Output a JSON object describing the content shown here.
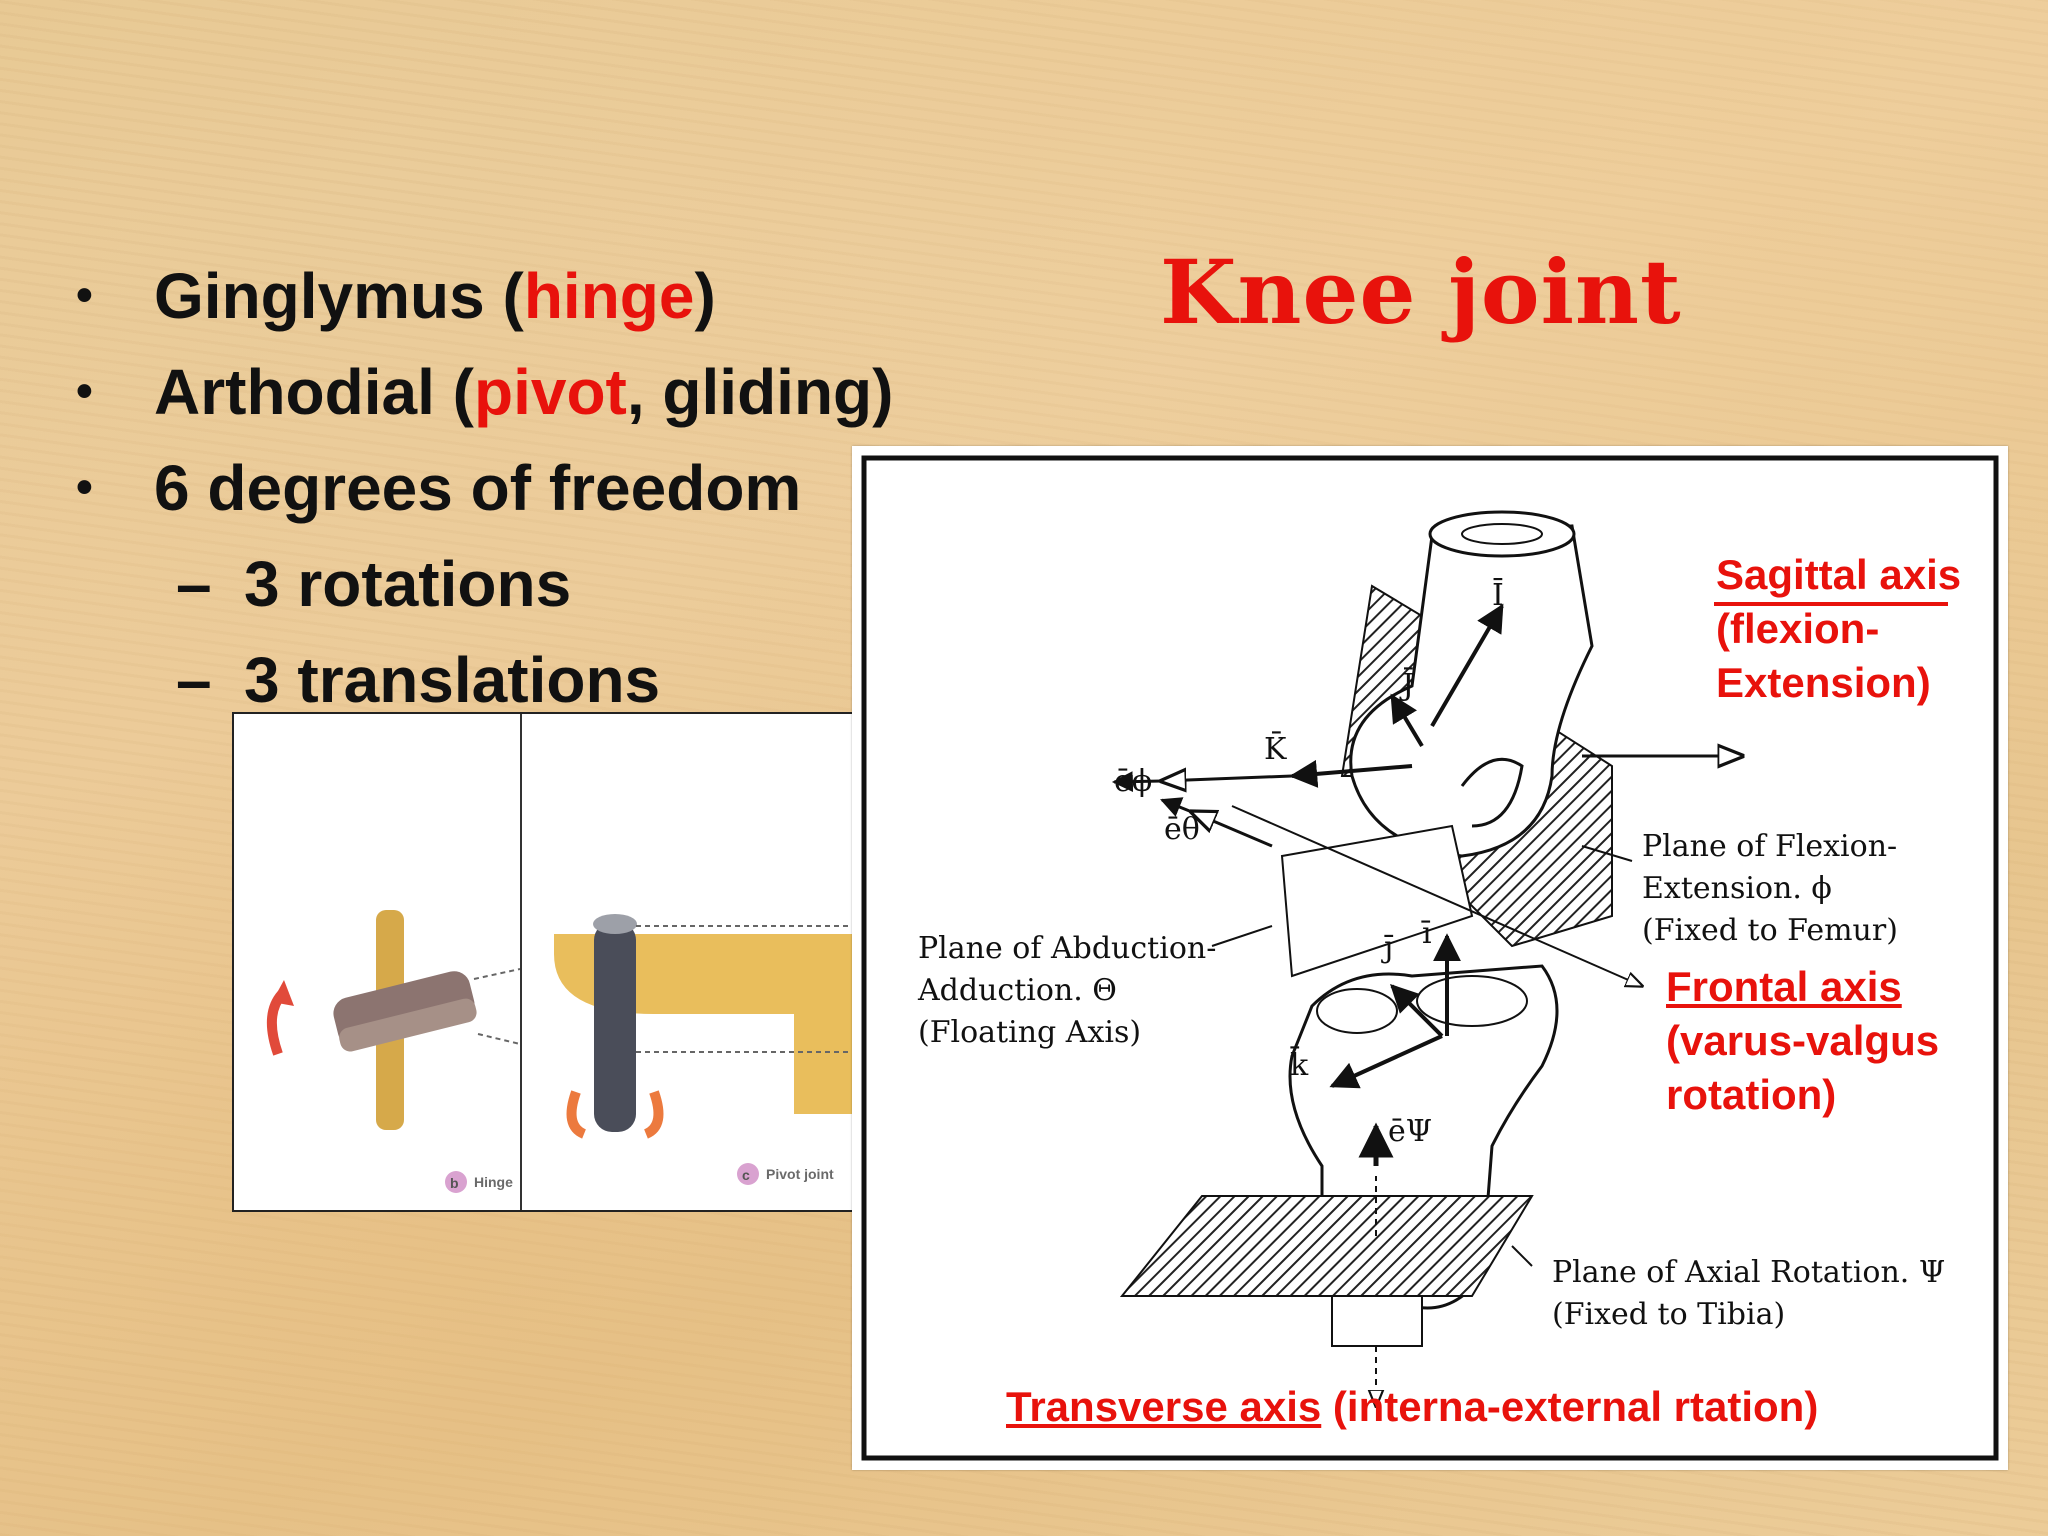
{
  "slide": {
    "title": "Knee joint",
    "bullets": [
      {
        "level": 1,
        "marker": "•",
        "parts": [
          "Ginglymus (",
          "hinge",
          ")"
        ]
      },
      {
        "level": 1,
        "marker": "•",
        "parts": [
          "Arthodial (",
          "pivot",
          ", gliding)"
        ]
      },
      {
        "level": 1,
        "marker": "•",
        "parts": [
          "6 degrees of freedom",
          "",
          ""
        ]
      },
      {
        "level": 2,
        "marker": "–",
        "parts": [
          "3 rotations",
          "",
          ""
        ]
      },
      {
        "level": 2,
        "marker": "–",
        "parts": [
          "3 translations",
          "",
          ""
        ]
      }
    ]
  },
  "joint_illustrations": {
    "hinge_badge": "b",
    "hinge_caption": "Hinge",
    "pivot_badge": "c",
    "pivot_caption": "Pivot joint"
  },
  "diagram": {
    "planes": {
      "flexion": [
        "Plane of Flexion-",
        "Extension. ϕ",
        "(Fixed to Femur)"
      ],
      "abduction": [
        "Plane of Abduction-",
        "Adduction. Θ",
        "(Floating Axis)"
      ],
      "axial": [
        "Plane of Axial  Rotation. Ψ",
        "(Fixed to Tibia)"
      ]
    },
    "vectors": {
      "I": "Ī",
      "J": "J̄",
      "K": "K̄",
      "e_phi": "ēϕ",
      "e_theta": "ēθ",
      "e_psi": "ēΨ",
      "i": "ī",
      "j": "j̄",
      "k": "k̄"
    },
    "axes": {
      "sagittal_name": "Sagittal axis",
      "sagittal_desc": [
        "(flexion-",
        "Extension)"
      ],
      "frontal_name": "Frontal axis",
      "frontal_desc": [
        "(varus-valgus",
        "rotation)"
      ],
      "transverse_name": "Transverse axis",
      "transverse_desc": " (interna-external rtation)"
    }
  },
  "colors": {
    "accent": "#e8120c",
    "text": "#111111",
    "background": "#e9c996"
  }
}
